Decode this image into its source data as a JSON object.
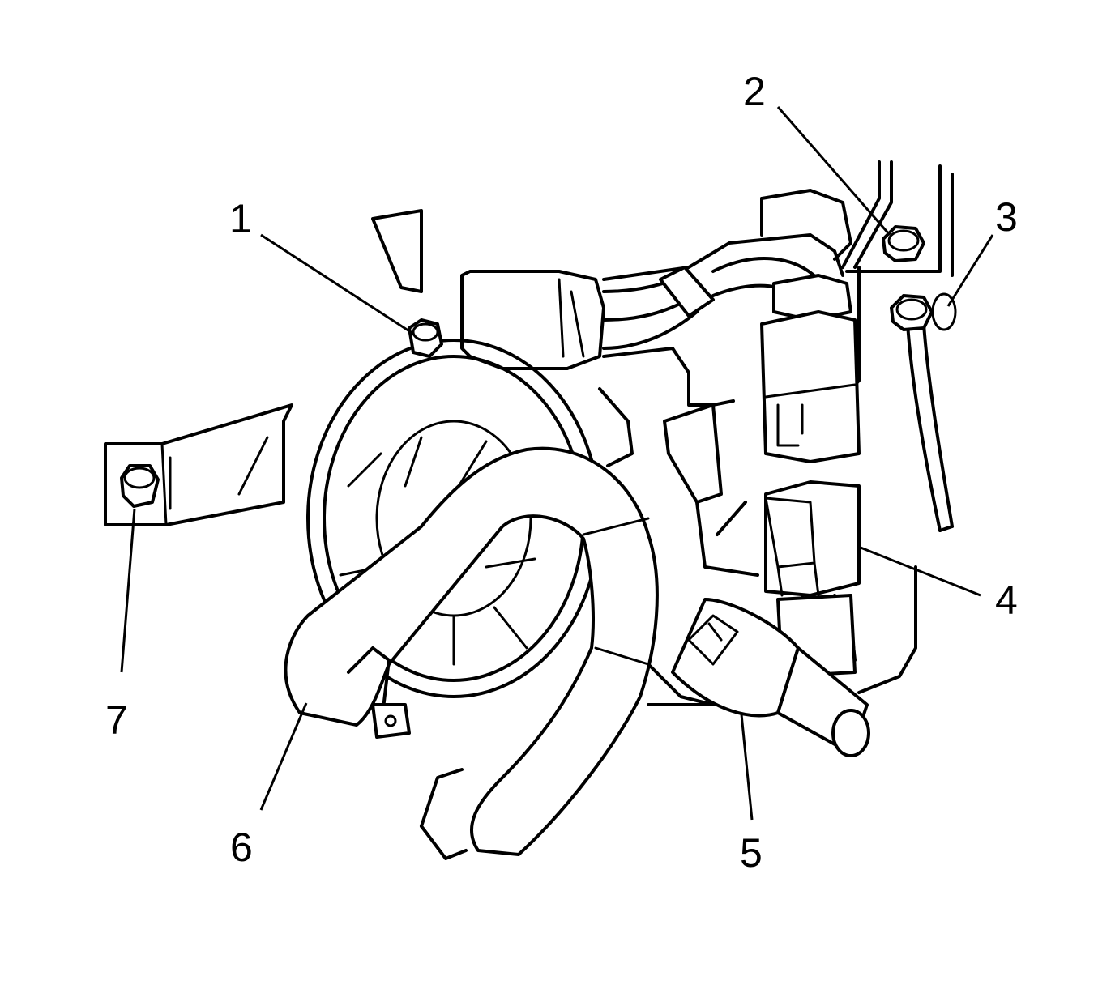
{
  "diagram": {
    "callouts": [
      {
        "id": 1,
        "label": "1"
      },
      {
        "id": 2,
        "label": "2"
      },
      {
        "id": 3,
        "label": "3"
      },
      {
        "id": 4,
        "label": "4"
      },
      {
        "id": 5,
        "label": "5"
      },
      {
        "id": 6,
        "label": "6"
      },
      {
        "id": 7,
        "label": "7"
      }
    ],
    "colors": {
      "line": "#000000",
      "background": "#ffffff"
    }
  }
}
